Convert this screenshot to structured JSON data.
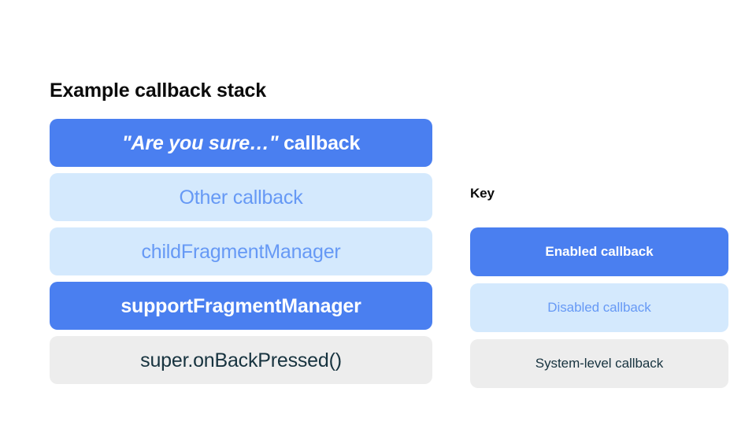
{
  "theme": {
    "background": "#ffffff",
    "enabled_bg": "#4a7ff0",
    "enabled_text": "#ffffff",
    "disabled_bg": "#d4e9fd",
    "disabled_text": "#6699f5",
    "system_bg": "#ededed",
    "system_text": "#17333f",
    "heading_text": "#0b0b0b"
  },
  "stack": {
    "title": "Example callback stack",
    "items": [
      {
        "quoted": "\"Are you sure…\"",
        "label": " callback",
        "state": "enabled"
      },
      {
        "quoted": "",
        "label": "Other callback",
        "state": "disabled"
      },
      {
        "quoted": "",
        "label": "childFragmentManager",
        "state": "disabled"
      },
      {
        "quoted": "",
        "label": "supportFragmentManager",
        "state": "enabled"
      },
      {
        "quoted": "",
        "label": "super.onBackPressed()",
        "state": "system"
      }
    ]
  },
  "key": {
    "title": "Key",
    "items": [
      {
        "label": "Enabled callback",
        "state": "enabled"
      },
      {
        "label": "Disabled callback",
        "state": "disabled"
      },
      {
        "label": "System-level callback",
        "state": "system"
      }
    ]
  }
}
